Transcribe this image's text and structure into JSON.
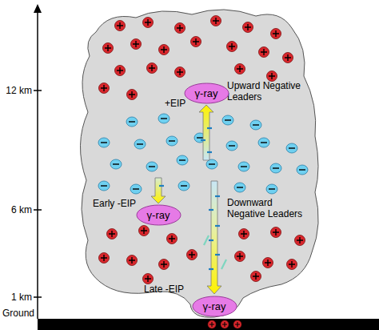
{
  "diagram": {
    "nodes": [
      {
        "text": [
          "γ-ray"
        ]
      },
      {
        "text": [
          "γ-ray"
        ]
      },
      {
        "text": [
          "γ-ray"
        ]
      }
    ],
    "labels": [
      "12 km",
      "6 km",
      "1 km",
      "Ground",
      "+EIP",
      "Upward Negative Leaders",
      "Early -EIP",
      "Downward Negative Leaders",
      "Late -EIP"
    ]
  }
}
